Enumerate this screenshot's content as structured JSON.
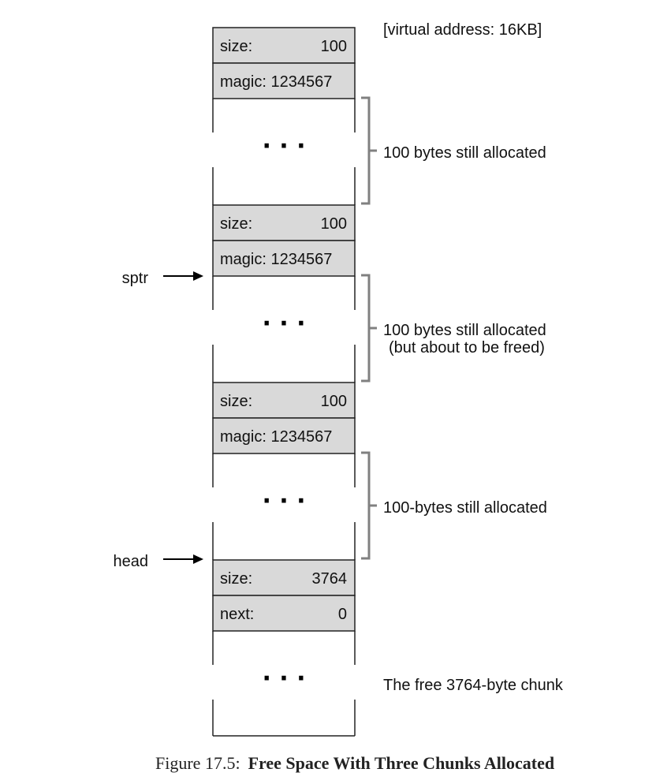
{
  "header_note": "[virtual address: 16KB]",
  "chunks": [
    {
      "header": [
        {
          "key": "size:",
          "value": "100"
        },
        {
          "key": "magic: 1234567",
          "value": ""
        }
      ],
      "ellipsis": "· · ·",
      "bracket_label": [
        "100 bytes still allocated"
      ]
    },
    {
      "header": [
        {
          "key": "size:",
          "value": "100"
        },
        {
          "key": "magic: 1234567",
          "value": ""
        }
      ],
      "ellipsis": "· · ·",
      "bracket_label": [
        "100 bytes still allocated",
        "(but about to be freed)"
      ]
    },
    {
      "header": [
        {
          "key": "size:",
          "value": "100"
        },
        {
          "key": "magic: 1234567",
          "value": ""
        }
      ],
      "ellipsis": "· · ·",
      "bracket_label": [
        "100-bytes still allocated"
      ]
    },
    {
      "header": [
        {
          "key": "size:",
          "value": "3764"
        },
        {
          "key": "next:",
          "value": "0"
        }
      ],
      "ellipsis": "· · ·",
      "bracket_label": [
        "The free 3764-byte chunk"
      ]
    }
  ],
  "pointers": [
    {
      "name": "sptr",
      "target_chunk": 1
    },
    {
      "name": "head",
      "target_chunk": 3
    }
  ],
  "caption": {
    "number": "Figure 17.5:",
    "title": "Free Space With Three Chunks Allocated"
  },
  "colors": {
    "header_fill": "#d9d9d9",
    "border": "#222222",
    "bracket": "#808080"
  }
}
